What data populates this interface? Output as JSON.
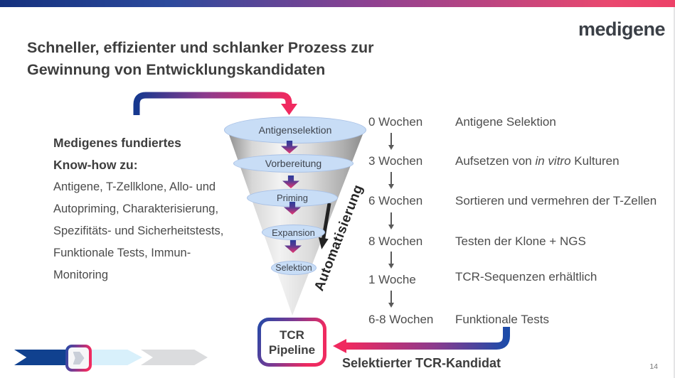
{
  "logo_text": "medigene",
  "page_number": "14",
  "title": {
    "line1": "Schneller, effizienter und schlanker Prozess zur",
    "line2": "Gewinnung von Entwicklungskandidaten"
  },
  "knowhow": {
    "heading_line1": "Medigenes fundiertes",
    "heading_line2": "Know-how zu:",
    "lines": [
      "Antigene, T-Zellklone, Allo- und",
      "Autopriming, Charakterisierung,",
      "Spezifitäts- und Sicherheitstests,",
      "Funktionale Tests, Immun-",
      "Monitoring"
    ]
  },
  "funnel": {
    "stages": [
      "Antigenselektion",
      "Vorbereitung",
      "Priming",
      "Expansion",
      "Selektion"
    ],
    "automation_label": "Automatisierung"
  },
  "timeline": {
    "rows": [
      {
        "weeks": "0 Wochen",
        "desc": "Antigene Selektion"
      },
      {
        "weeks": "3 Wochen",
        "desc_pre": "Aufsetzen von ",
        "desc_italic": "in vitro",
        "desc_post": " Kulturen"
      },
      {
        "weeks": "6 Wochen",
        "desc": "Sortieren und vermehren der T-Zellen"
      },
      {
        "weeks": "8 Wochen",
        "desc": "Testen der Klone + NGS"
      },
      {
        "weeks": "1 Woche",
        "desc": "TCR-Sequenzen erhältlich"
      },
      {
        "weeks": "6-8 Wochen",
        "desc": "Funktionale Tests"
      }
    ]
  },
  "result": {
    "box_line1": "TCR",
    "box_line2": "Pipeline",
    "arrow_label": "Selektierter TCR-Kandidat"
  },
  "colors": {
    "brand_blue": "#15317e",
    "brand_pink": "#ef2a60",
    "bar_gradient_mid": "#8f4191",
    "funnel_ellipse_blue": "#c8ddf6",
    "cone_gray": "#bdbdbd",
    "text_gray": "#4d4d4d"
  }
}
